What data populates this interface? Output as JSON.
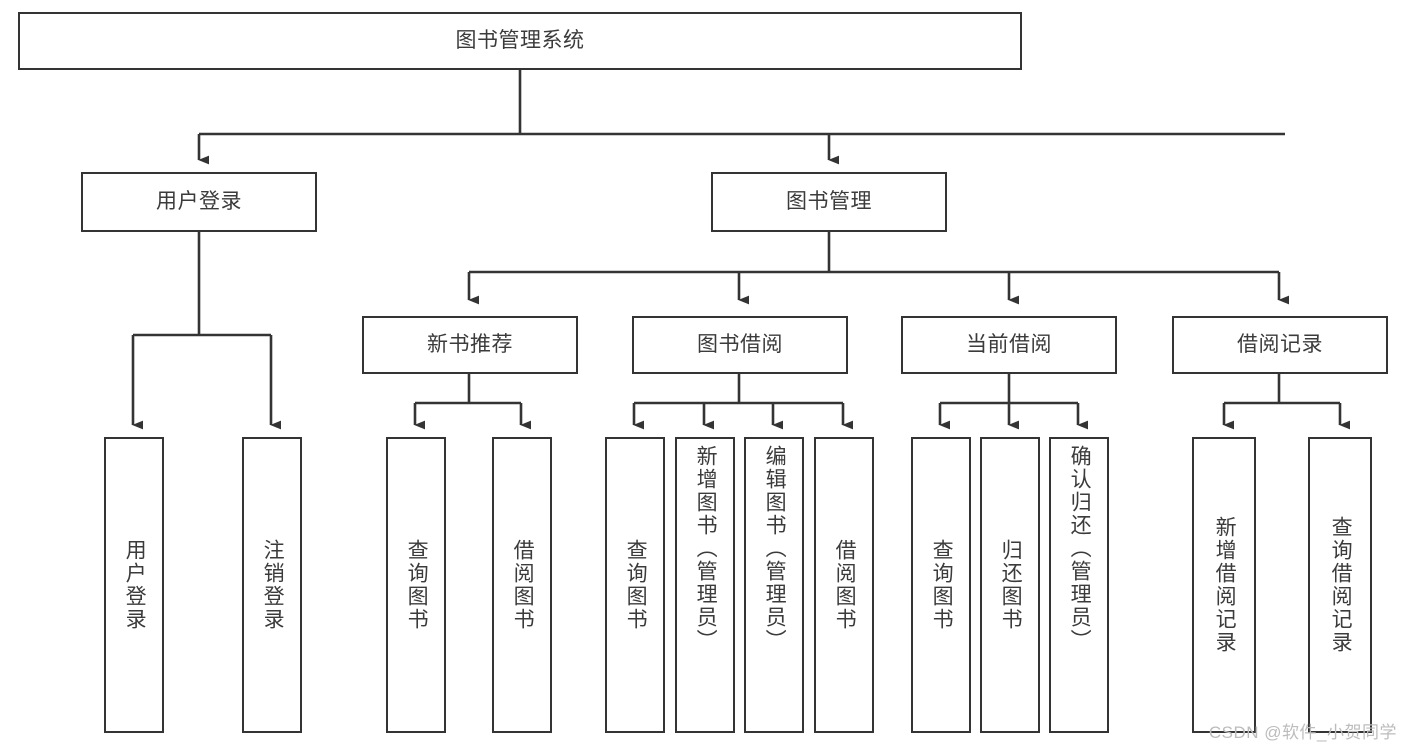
{
  "diagram": {
    "type": "hierarchy-tree",
    "title": "图书管理系统",
    "stroke_color": "#343434",
    "text_color": "#3b3b3b",
    "background_color": "#ffffff",
    "watermark": "CSDN @软件_小贺同学",
    "levels": {
      "root": {
        "label": "图书管理系统"
      },
      "tier1": [
        {
          "id": "user-login",
          "label": "用户登录"
        },
        {
          "id": "book-management",
          "label": "图书管理"
        }
      ],
      "tier2": [
        {
          "id": "new-book-recommend",
          "label": "新书推荐",
          "parent": "book-management"
        },
        {
          "id": "book-borrow",
          "label": "图书借阅",
          "parent": "book-management"
        },
        {
          "id": "current-borrow",
          "label": "当前借阅",
          "parent": "book-management"
        },
        {
          "id": "borrow-record",
          "label": "借阅记录",
          "parent": "book-management"
        }
      ],
      "leaves": [
        {
          "id": "leaf-user-login",
          "label": "用户登录",
          "parent": "user-login"
        },
        {
          "id": "leaf-logout",
          "label": "注销登录",
          "parent": "user-login"
        },
        {
          "id": "leaf-query-book-1",
          "label": "查询图书",
          "parent": "new-book-recommend"
        },
        {
          "id": "leaf-borrow-book-1",
          "label": "借阅图书",
          "parent": "new-book-recommend"
        },
        {
          "id": "leaf-query-book-2",
          "label": "查询图书",
          "parent": "book-borrow"
        },
        {
          "id": "leaf-add-book",
          "label": "新增图书（管理员）",
          "parent": "book-borrow"
        },
        {
          "id": "leaf-edit-book",
          "label": "编辑图书（管理员）",
          "parent": "book-borrow"
        },
        {
          "id": "leaf-borrow-book-2",
          "label": "借阅图书",
          "parent": "book-borrow"
        },
        {
          "id": "leaf-query-book-3",
          "label": "查询图书",
          "parent": "current-borrow"
        },
        {
          "id": "leaf-return-book",
          "label": "归还图书",
          "parent": "current-borrow"
        },
        {
          "id": "leaf-confirm-return",
          "label": "确认归还（管理员）",
          "parent": "current-borrow"
        },
        {
          "id": "leaf-add-record",
          "label": "新增借阅记录",
          "parent": "borrow-record"
        },
        {
          "id": "leaf-query-record",
          "label": "查询借阅记录",
          "parent": "borrow-record"
        }
      ]
    }
  }
}
